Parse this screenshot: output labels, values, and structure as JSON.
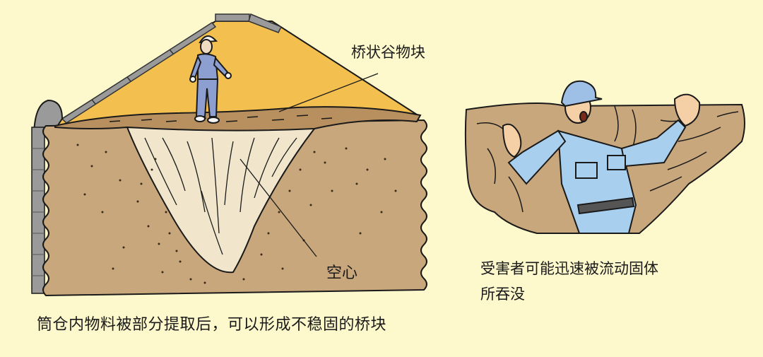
{
  "left_illustration": {
    "callouts": {
      "bridge": "桥状谷物块",
      "hollow": "空心"
    },
    "caption": "筒仓内物料被部分提取后，可以形成不稳固的桥块"
  },
  "right_illustration": {
    "caption_line1": "受害者可能迅速被流动固体",
    "caption_line2": "所吞没"
  },
  "colors": {
    "background": "#fdf9cc",
    "grain_roof": "#f3c04f",
    "grain_body": "#c9a77c",
    "bridge_crust": "#b88f5e",
    "hollow": "#f1e6cc",
    "silo_wall": "#9a9a9a",
    "worker_suit": "#8d9fd1",
    "victim_suit": "#a9cfee"
  }
}
